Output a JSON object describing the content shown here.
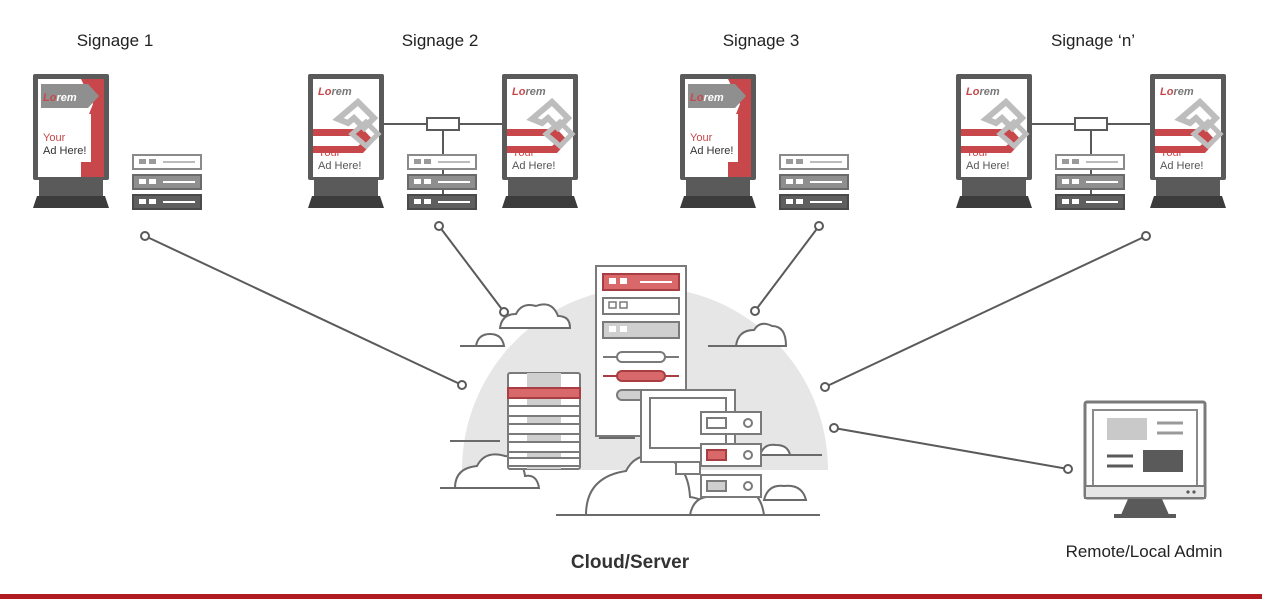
{
  "colors": {
    "accent": "#c8474a",
    "accent_light": "#d9686b",
    "dark_gray": "#5a5a5a",
    "mid_gray": "#9a9a9a",
    "light_gray": "#e6e6e6",
    "bottom_bar": "#b01c22"
  },
  "signage": [
    {
      "label": "Signage 1"
    },
    {
      "label": "Signage 2"
    },
    {
      "label": "Signage 3"
    },
    {
      "label": "Signage ‘n’"
    }
  ],
  "ad": {
    "brand_lo": "Lo",
    "brand_rem": "rem",
    "line1": "Your",
    "line2": "Ad Here!"
  },
  "center_label": "Cloud/Server",
  "admin_label": "Remote/Local Admin"
}
